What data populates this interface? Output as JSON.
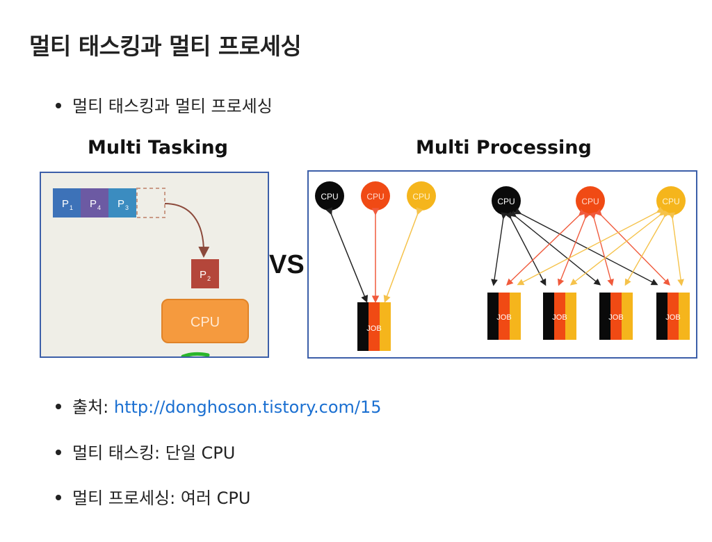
{
  "title": "멀티 태스킹과 멀티 프로세싱",
  "bullet_intro": "멀티 태스킹과 멀티 프로세싱",
  "multi_tasking": {
    "label": "Multi Tasking",
    "processes": [
      "P",
      "P",
      "P"
    ],
    "process_subscripts": [
      "1",
      "4",
      "3"
    ],
    "active_process": "P",
    "active_subscript": "2",
    "cpu_label": "CPU",
    "colors": {
      "p1": "#3d72b8",
      "p4": "#6c5aa3",
      "p3": "#3b8cc0",
      "p2": "#b4463a",
      "cpu": "#f59a3e"
    }
  },
  "vs_label": "VS",
  "multi_processing": {
    "label": "Multi Processing",
    "cpu_label": "CPU",
    "job_label": "JOB",
    "colors": {
      "black": "#0a0a0a",
      "red": "#f04a14",
      "yellow": "#f5b51c"
    }
  },
  "source": {
    "label": "출처: ",
    "url": "http://donghoson.tistory.com/15"
  },
  "bullet_mt": "멀티 태스킹: 단일 CPU",
  "bullet_mp": "멀티 프로세싱: 여러 CPU"
}
